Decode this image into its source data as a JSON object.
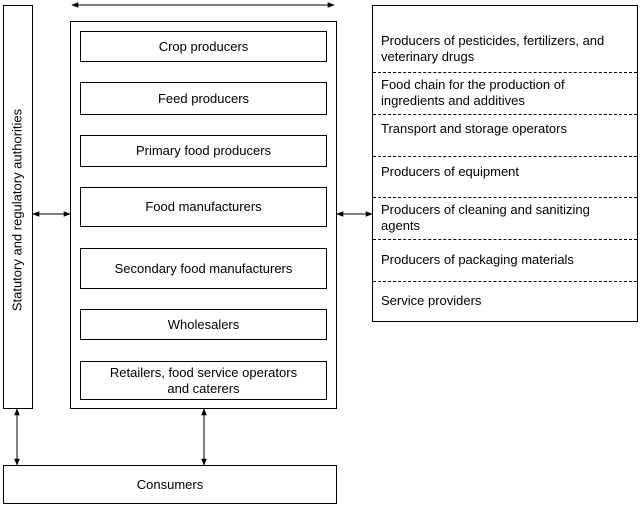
{
  "regulatory_label": "Statutory and regulatory authorities",
  "chain": [
    "Crop producers",
    "Feed producers",
    "Primary food producers",
    "Food manufacturers",
    "Secondary food manufacturers",
    "Wholesalers",
    "Retailers, food service operators and caterers"
  ],
  "consumers_label": "Consumers",
  "suppliers": [
    "Producers of pesticides, fertilizers, and veterinary drugs",
    "Food chain for the production of ingredients and additives",
    "Transport and storage operators",
    "Producers of equipment",
    "Producers of cleaning and sanitizing agents",
    "Producers of packaging materials",
    "Service providers"
  ]
}
